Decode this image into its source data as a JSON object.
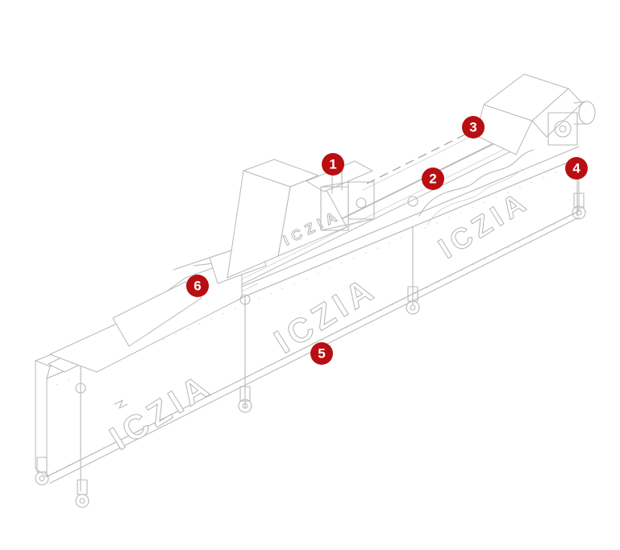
{
  "diagram": {
    "brand_text": "ICZIA",
    "marker_color": "#b80f12",
    "line_color": "#b9b9b9",
    "markers": [
      {
        "id": "marker-1",
        "label": "1"
      },
      {
        "id": "marker-2",
        "label": "2"
      },
      {
        "id": "marker-3",
        "label": "3"
      },
      {
        "id": "marker-4",
        "label": "4"
      },
      {
        "id": "marker-5",
        "label": "5"
      },
      {
        "id": "marker-6",
        "label": "6"
      }
    ]
  }
}
